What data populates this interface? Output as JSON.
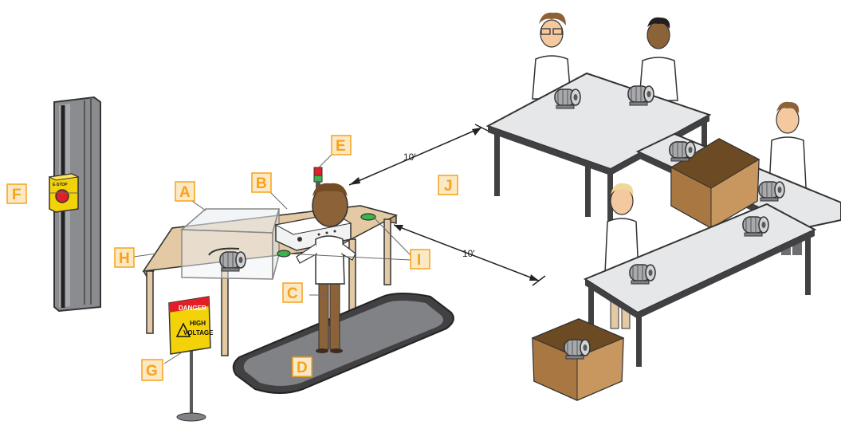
{
  "labels": {
    "A": "A",
    "B": "B",
    "C": "C",
    "D": "D",
    "E": "E",
    "F": "F",
    "G": "G",
    "H": "H",
    "I": "I",
    "J": "J"
  },
  "dimensions": {
    "top": "10'",
    "bottom": "10'"
  },
  "estop_text": "E-STOP",
  "sign": {
    "header": "DANGER",
    "line1": "HIGH",
    "line2": "VOLTAGE"
  },
  "colors": {
    "label_fill": "#fbe8c4",
    "label_border": "#f7a21b",
    "table_top": "#e8e8ea",
    "wood": "#e3c9a4",
    "mat": "#6d6e71",
    "box": "#c8965f"
  }
}
